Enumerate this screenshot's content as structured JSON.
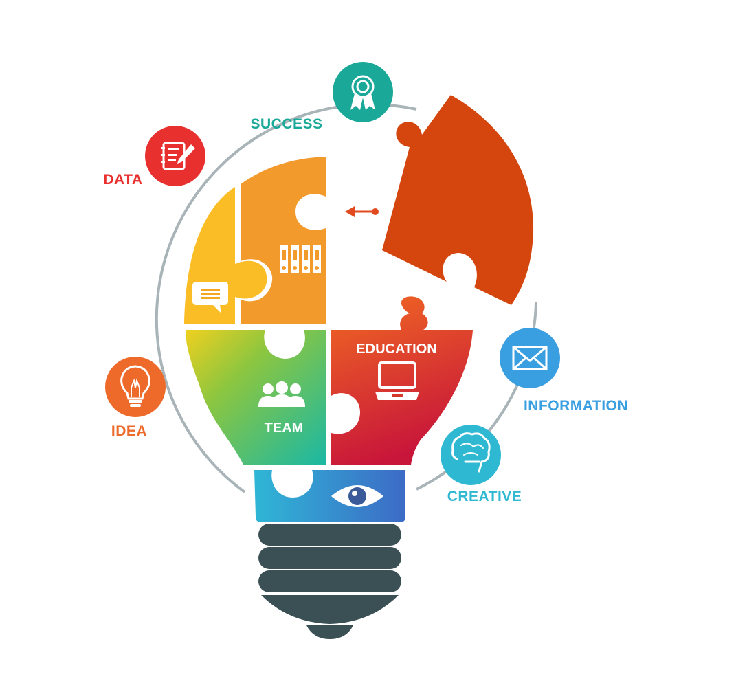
{
  "labels": {
    "success": "SUCCESS",
    "data": "DATA",
    "idea": "IDEA",
    "information": "INFORMATION",
    "creative": "CREATIVE",
    "education": "EDUCATION",
    "team": "TEAM"
  },
  "icons": {
    "success": "award-ribbon-icon",
    "data": "notepad-pencil-icon",
    "idea": "lightbulb-icon",
    "information": "envelope-icon",
    "creative": "brain-icon",
    "chat": "speech-bubble-icon",
    "files": "binders-icon",
    "team": "people-group-icon",
    "education": "laptop-icon",
    "vision": "eye-icon"
  },
  "colors": {
    "success": "#1aa898",
    "data": "#e8302f",
    "idea": "#ee6a2a",
    "information": "#3a9fe0",
    "creative": "#2fb8d2",
    "ring": "#a9b4b8",
    "yellow": "#fbbd26",
    "orange": "#f39a2c",
    "red_piece": "#d4460d",
    "base": "#3a5055"
  }
}
